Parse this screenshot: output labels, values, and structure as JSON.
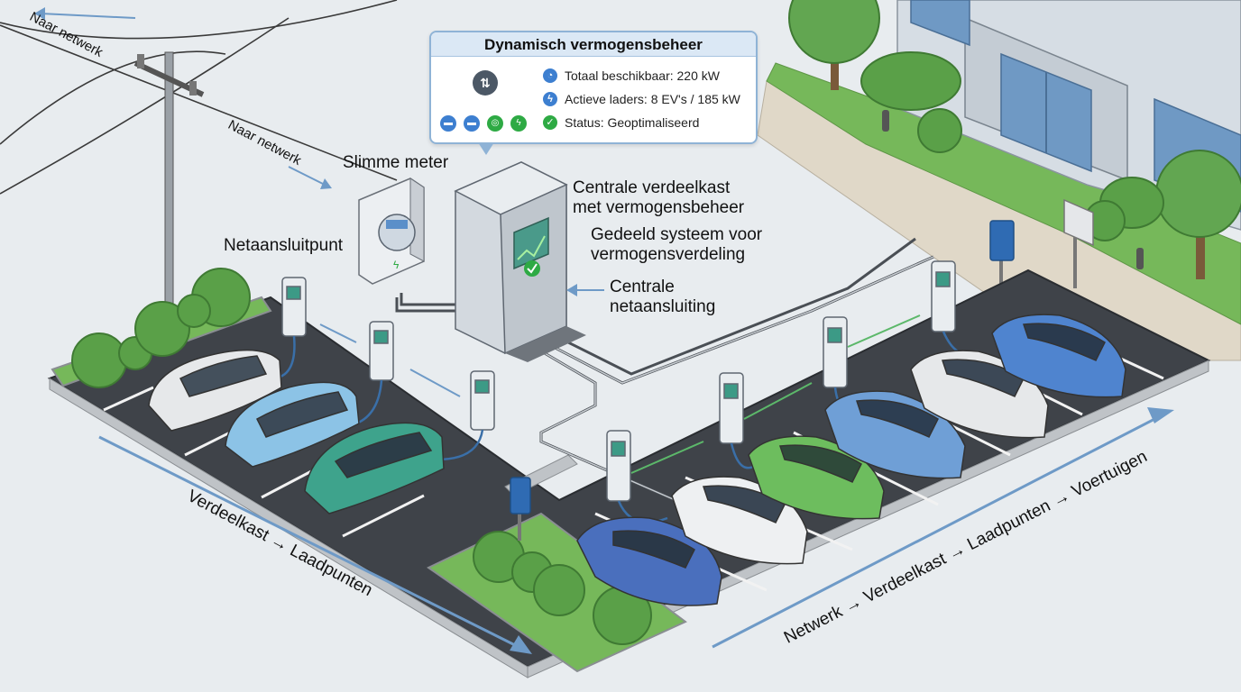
{
  "panel": {
    "title": "Dynamisch vermogensbeheer",
    "rows": [
      {
        "icon": "gauge-icon",
        "text": "Totaal beschikbaar: 220 kW",
        "color": "#3d7fd0"
      },
      {
        "icon": "lightning-icon",
        "text": "Actieve laders: 8 EV's / 185 kW",
        "color": "#3d7fd0"
      },
      {
        "icon": "check-icon",
        "text": "Status: Geoptimaliseerd",
        "color": "#2eaa44"
      }
    ]
  },
  "labels": {
    "naar_netwerk_top": "Naar netwerk",
    "naar_netwerk_mid": "Naar netwerk",
    "slimme_meter": "Slimme meter",
    "netaansluitpunt": "Netaansluitpunt",
    "centrale_verdeelkast": "Centrale verdeelkast\nmet vermogensbeheer",
    "gedeeld_systeem": "Gedeeld systeem voor\nvermogensverdeling",
    "centrale_netaansluiting": "Centrale\nnetaansluiting",
    "flow_left": "Verdeelkast → Laadpunten",
    "flow_right": "Netwerk → Verdeelkast → Laadpunten → Voertuigen"
  },
  "colors": {
    "accent_blue": "#3d7fd0",
    "accent_green": "#2eaa44",
    "asphalt": "#3f4349",
    "grass": "#76b85a",
    "flow_arrow": "#6e9ac7"
  }
}
